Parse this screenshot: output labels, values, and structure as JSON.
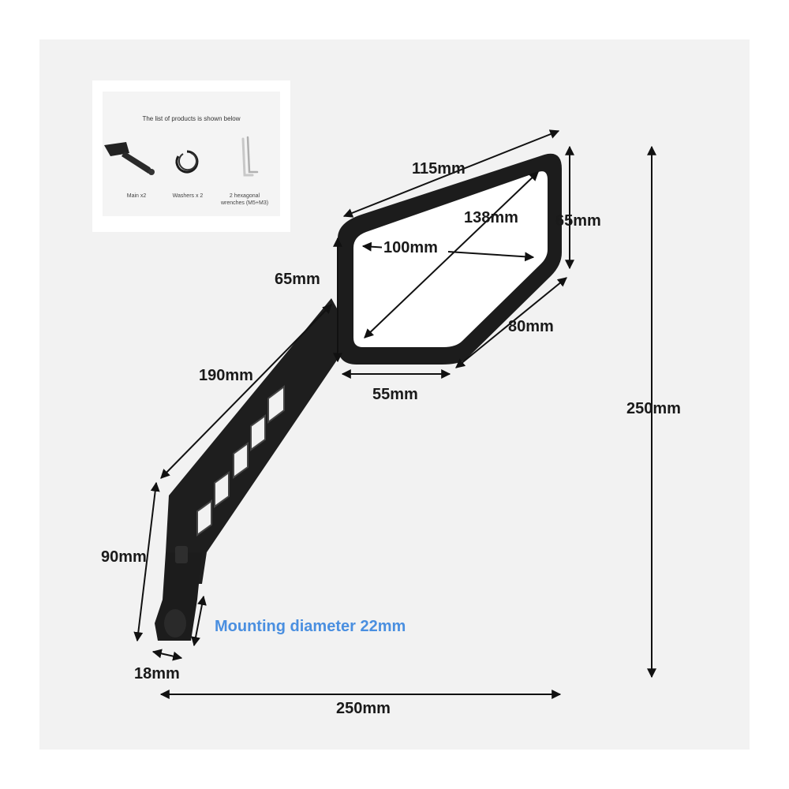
{
  "inset": {
    "title": "The list of products is shown below",
    "items": [
      {
        "label": "Main x2",
        "icon": "mirror-icon"
      },
      {
        "label": "Washers x 2",
        "icon": "washer-icon"
      },
      {
        "label_line1": "2 hexagonal",
        "label_line2": "wrenches (M5+M3)",
        "icon": "hex-wrench-icon"
      }
    ]
  },
  "dimensions": {
    "mirror_top_width": "115mm",
    "mirror_right_height": "65mm",
    "mirror_diagonal": "138mm",
    "mirror_inner_width": "100mm",
    "mirror_left_height": "65mm",
    "mirror_lower_right": "80mm",
    "mirror_bottom_width": "55mm",
    "arm_length": "190mm",
    "clamp_height": "90mm",
    "clamp_width": "18mm",
    "total_height": "250mm",
    "total_width": "250mm"
  },
  "notes": {
    "mounting": "Mounting diameter 22mm"
  },
  "colors": {
    "note": "#4a8fe0",
    "frame": "#1c1c1c",
    "background": "#f2f2f2"
  }
}
